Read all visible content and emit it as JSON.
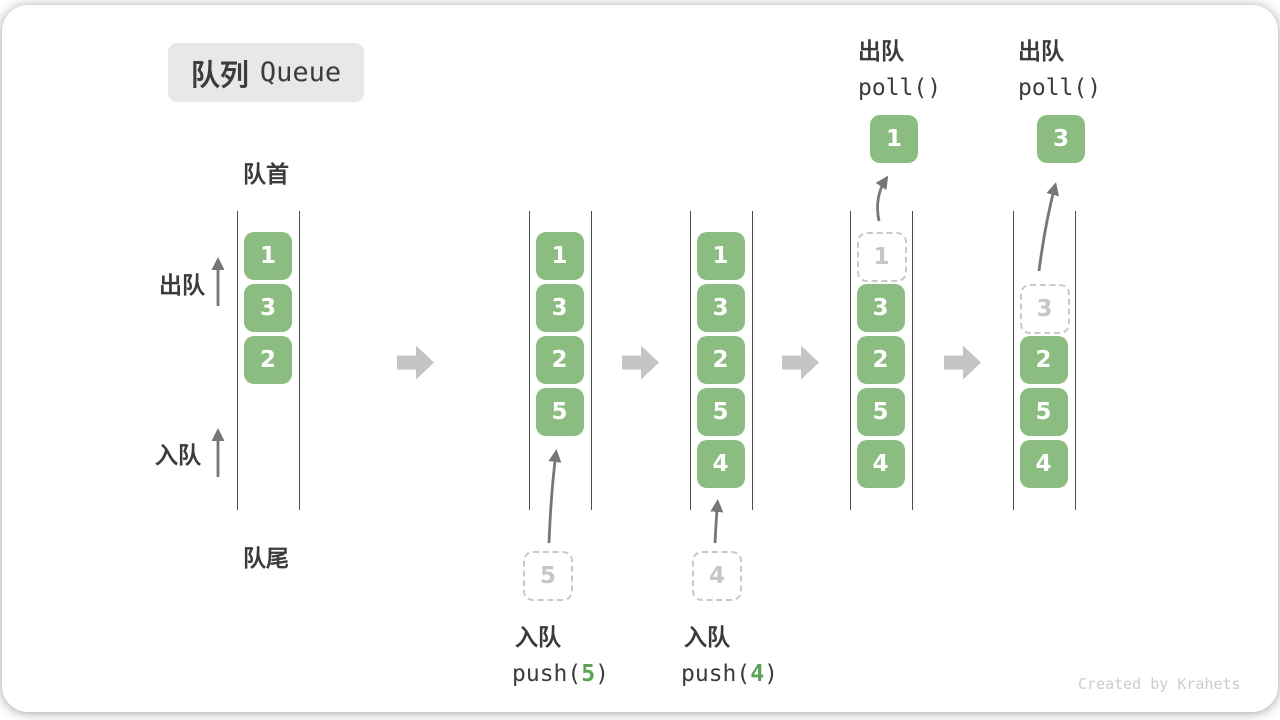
{
  "title": {
    "zh": "队列",
    "en": "Queue"
  },
  "labels": {
    "front": "队首",
    "rear": "队尾",
    "dequeue": "出队",
    "enqueue": "入队"
  },
  "watermark": "Created by Krahets",
  "colors": {
    "cell_green": "#8bbd80",
    "code_green": "#5ca254",
    "dark_text": "#3b3b3b",
    "dashed_gray": "#c9c9c9",
    "block_arrow_gray": "#c4c4c4",
    "thin_arrow_gray": "#767676",
    "badge_bg": "#e8e8e8"
  },
  "queues": [
    {
      "name": "state-initial",
      "cells": [
        {
          "v": "1"
        },
        {
          "v": "3"
        },
        {
          "v": "2"
        }
      ]
    },
    {
      "name": "state-after-push-5",
      "cells": [
        {
          "v": "1"
        },
        {
          "v": "3"
        },
        {
          "v": "2"
        },
        {
          "v": "5"
        }
      ],
      "pending": {
        "v": "5"
      },
      "op": {
        "label": "入队",
        "fn_prefix": "push(",
        "fn_arg": "5",
        "fn_suffix": ")"
      }
    },
    {
      "name": "state-after-push-4",
      "cells": [
        {
          "v": "1"
        },
        {
          "v": "3"
        },
        {
          "v": "2"
        },
        {
          "v": "5"
        },
        {
          "v": "4"
        }
      ],
      "pending": {
        "v": "4"
      },
      "op": {
        "label": "入队",
        "fn_prefix": "push(",
        "fn_arg": "4",
        "fn_suffix": ")"
      }
    },
    {
      "name": "state-after-poll-1",
      "cells": [
        {
          "v": "1",
          "removed": true
        },
        {
          "v": "3"
        },
        {
          "v": "2"
        },
        {
          "v": "5"
        },
        {
          "v": "4"
        }
      ],
      "extracted": {
        "v": "1"
      },
      "op": {
        "label": "出队",
        "fn_prefix": "poll()",
        "fn_arg": "",
        "fn_suffix": ""
      }
    },
    {
      "name": "state-after-poll-3",
      "cells": [
        {
          "v": "3",
          "removed": true,
          "row": 1
        },
        {
          "v": "2",
          "row": 2
        },
        {
          "v": "5",
          "row": 3
        },
        {
          "v": "4",
          "row": 4
        }
      ],
      "extracted": {
        "v": "3"
      },
      "op": {
        "label": "出队",
        "fn_prefix": "poll()",
        "fn_arg": "",
        "fn_suffix": ""
      }
    }
  ]
}
